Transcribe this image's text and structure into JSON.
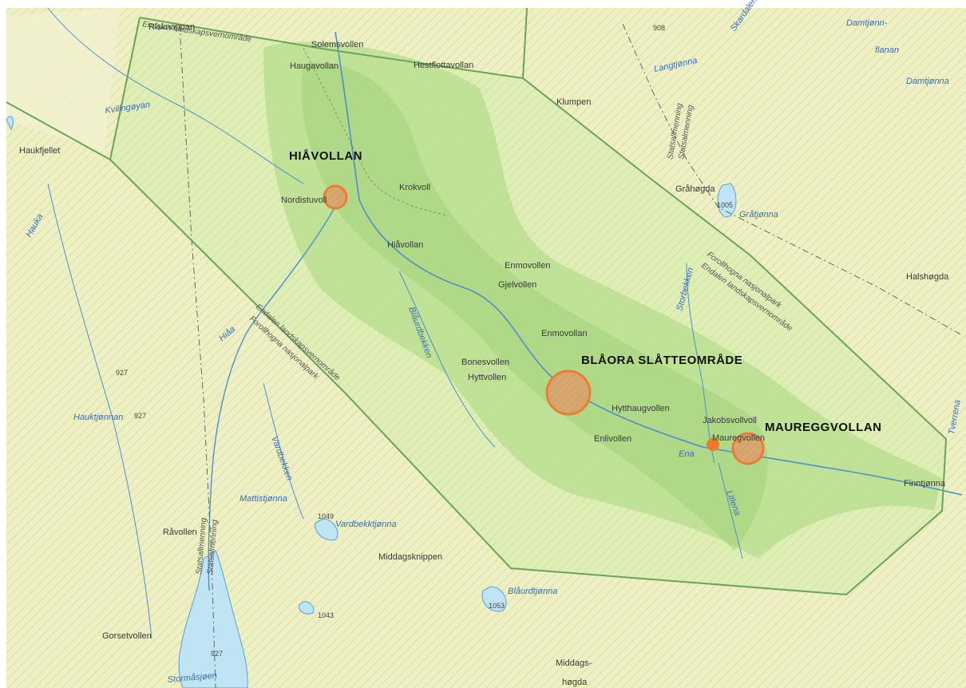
{
  "areas": {
    "hiavollan": "HIÅVOLLAN",
    "blaora": "BLÅORA SLÅTTEOMRÅDE",
    "maureggvollan": "MAUREGGVOLLAN"
  },
  "places": {
    "risknappan": "Risknappan",
    "solemsvollen": "Solemsvollen",
    "haugavollan": "Haugavollan",
    "hestflottavollan": "Hestflottavollan",
    "klumpen": "Klumpen",
    "haukfjellet": "Haukfjellet",
    "nordistuvoll": "Nordistuvoll",
    "krokvoll": "Krokvoll",
    "hiavollan_small": "Hiåvollan",
    "grahogda": "Gråhøgda",
    "enmovollen1": "Enmovollen",
    "gjelvollen": "Gjelvollen",
    "enmovollan2": "Enmovollan",
    "bonesvollen": "Bonesvollen",
    "hyttvollen": "Hyttvollen",
    "hytthaugvollen": "Hytthaugvollen",
    "jakobsvollvoll": "Jakobsvollvoll",
    "maureggvollen": "Mauregvollen",
    "enlivollen": "Enlivollen",
    "halshogda": "Halshøgda",
    "finntjonna": "Finntjønna",
    "ravollen": "Råvollen",
    "middagsknippen": "Middagsknippen",
    "gorsetvollen": "Gorsetvollen",
    "middags": "Middags-",
    "hogda": "høgda",
    "damtjonn": "Damtjønn-",
    "flanan": "flanan"
  },
  "water": {
    "kvilingoyan": "Kvilingøyan",
    "langtjonna": "Langtjønna",
    "damtjonna": "Damtjønna",
    "gratjonna": "Gråtjønna",
    "hiaa": "Hiåa",
    "hauka": "Hauka",
    "hauktjonnan": "Hauktjønnan",
    "blaurdbekken": "Blåurdbekken",
    "mattistjonna": "Mattistjønna",
    "vardbekktjonna": "Vardbekktjønna",
    "vardbekken": "Vardbekken",
    "blaurdtjonna": "Blåurdtjønna",
    "ena": "Ena",
    "litlena": "Litlena",
    "storbekken": "Storbekken",
    "stormasjoen": "Stormåsjøen",
    "skardalen": "Skardalen",
    "tverrena": "Tverrena"
  },
  "boundaries": {
    "endalen_lvo_top": "Endalen landskapsvernområde",
    "endalen_lvo_mid": "Endalen landskapsvernområde",
    "forollhogna_np_mid": "Forollhogna nasjonalpark",
    "forollhogna_np_right": "Forollhogna nasjonalpark",
    "endalen_lvo_right": "Endalen landskapsvernområde",
    "statsalmenning_a": "Statsallmenning",
    "statsalmenning_b": "Statsalmenning",
    "statsalmenning_c": "Statsallmenning",
    "statsalmenning_d": "Statsalmenning"
  },
  "elevations": {
    "e908": "908",
    "e1005": "1005",
    "e927a": "927",
    "e927b": "927",
    "e927c": "927",
    "e1049": "1049",
    "e1043": "1043",
    "e1053": "1053"
  },
  "colors": {
    "land": "#eef0c4",
    "reserve": "#d9edb0",
    "valley": "#b6dd8e",
    "water": "#bfe4f3",
    "boundary": "#6aa35a",
    "marker": "#ec7a2f",
    "marker_fill": "#d9a66e"
  }
}
